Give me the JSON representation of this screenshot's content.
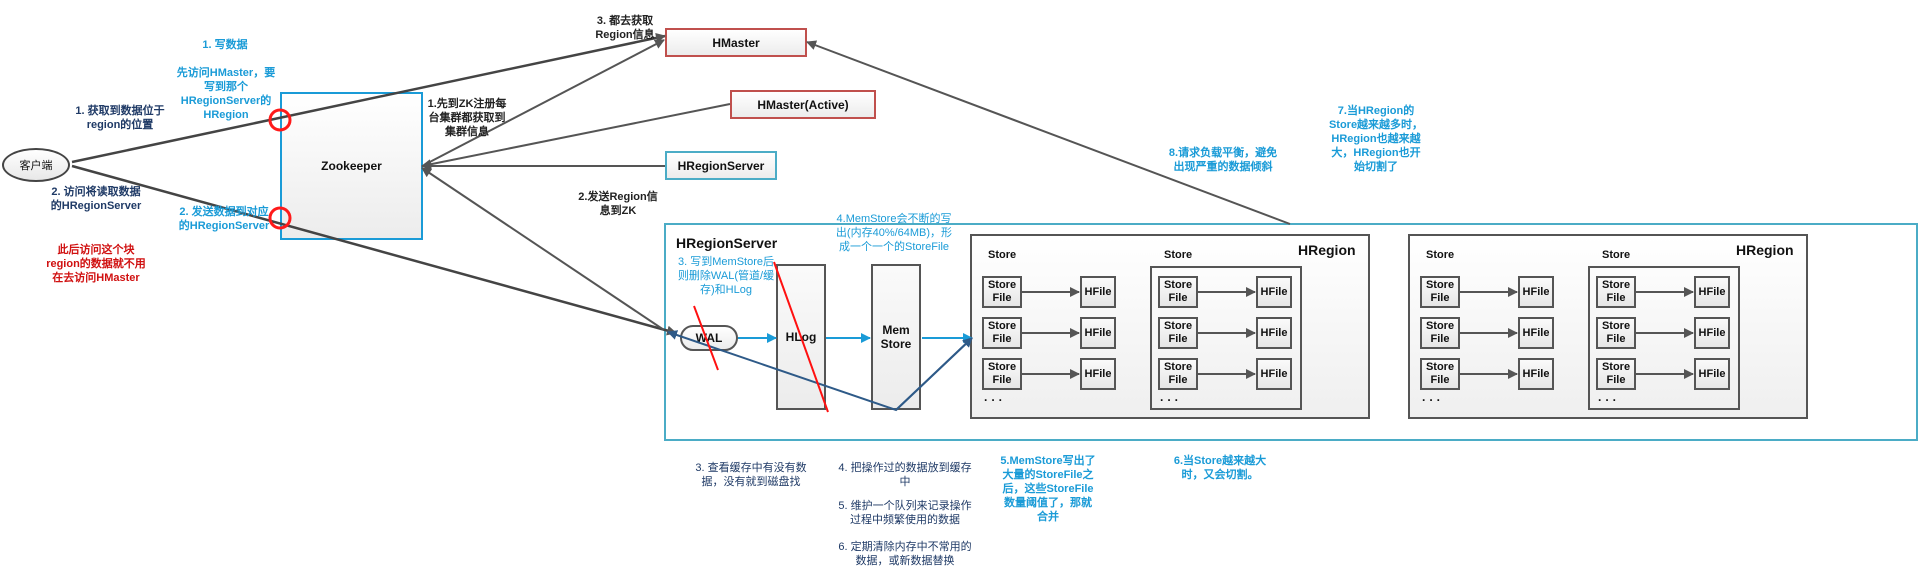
{
  "nodes": {
    "client": "客户端",
    "zookeeper": "Zookeeper",
    "hmaster": "HMaster",
    "hmaster_active": "HMaster(Active)",
    "hregionserver_small": "HRegionServer",
    "hregionserver_container": "HRegionServer",
    "wal": "WAL",
    "hlog": "HLog",
    "memstore": "Mem Store"
  },
  "regions": [
    {
      "title": "HRegion",
      "stores": [
        {
          "label": "Store",
          "files": [
            "Store File",
            "Store File",
            "Store File"
          ],
          "hfiles": [
            "HFile",
            "HFile",
            "HFile"
          ],
          "ellipsis": "· · ·"
        },
        {
          "label": "Store",
          "files": [
            "Store File",
            "Store File",
            "Store File"
          ],
          "hfiles": [
            "HFile",
            "HFile",
            "HFile"
          ],
          "ellipsis": "· · ·"
        }
      ]
    },
    {
      "title": "HRegion",
      "stores": [
        {
          "label": "Store",
          "files": [
            "Store File",
            "Store File",
            "Store File"
          ],
          "hfiles": [
            "HFile",
            "HFile",
            "HFile"
          ],
          "ellipsis": "· · ·"
        },
        {
          "label": "Store",
          "files": [
            "Store File",
            "Store File",
            "Store File"
          ],
          "hfiles": [
            "HFile",
            "HFile",
            "HFile"
          ],
          "ellipsis": "· · ·"
        }
      ]
    }
  ],
  "annotations": {
    "write_data": "1. 写数据",
    "visit_hmaster": "先访问HMaster，要写到那个HRegionServer的HRegion",
    "get_region_location": "1. 获取到数据位于region的位置",
    "visit_read_server": "2. 访问将读取数据的HRegionServer",
    "send_to_server": "2. 发送数据到对应的HRegionServer",
    "no_need_hmaster": "此后访问这个块region的数据就不用在去访问HMaster",
    "get_region_info": "3. 都去获取Region信息",
    "register_zk": "1.先到ZK注册每台集群都获取到集群信息",
    "send_region_zk": "2.发送Region信息到ZK",
    "memstore_flush": "4.MemStore会不断的写出(内存40%/64MB)，形成一个一个的StoreFile",
    "delete_wal": "3. 写到MemStore后则删除WAL(管道/缓存)和HLog",
    "load_balance": "8.请求负载平衡，避免出现严重的数据倾斜",
    "region_split": "7.当HRegion的Store越来越多时，HRegion也越来越大，HRegion也开始切割了",
    "check_cache": "3. 查看缓存中有没有数据，没有就到磁盘找",
    "put_cache": "4. 把操作过的数据放到缓存中",
    "maintain_queue": "5. 维护一个队列来记录操作过程中频繁使用的数据",
    "clear_cache": "6. 定期清除内存中不常用的数据，或新数据替换",
    "merge_storefile": "5.MemStore写出了大量的StoreFile之后，这些StoreFile数量阈值了，那就合并",
    "store_split": "6.当Store越来越大时，又会切割。"
  },
  "colors": {
    "hmaster_border": "#c0504d",
    "server_border": "#4bacc6",
    "zk_border": "#1a9bd7",
    "annotation_blue": "#1a9bd7",
    "annotation_red": "#d01010",
    "flow_arrow": "#1a9bd7",
    "return_arrow": "#2e5a88",
    "strike_line": "#ff0000"
  }
}
